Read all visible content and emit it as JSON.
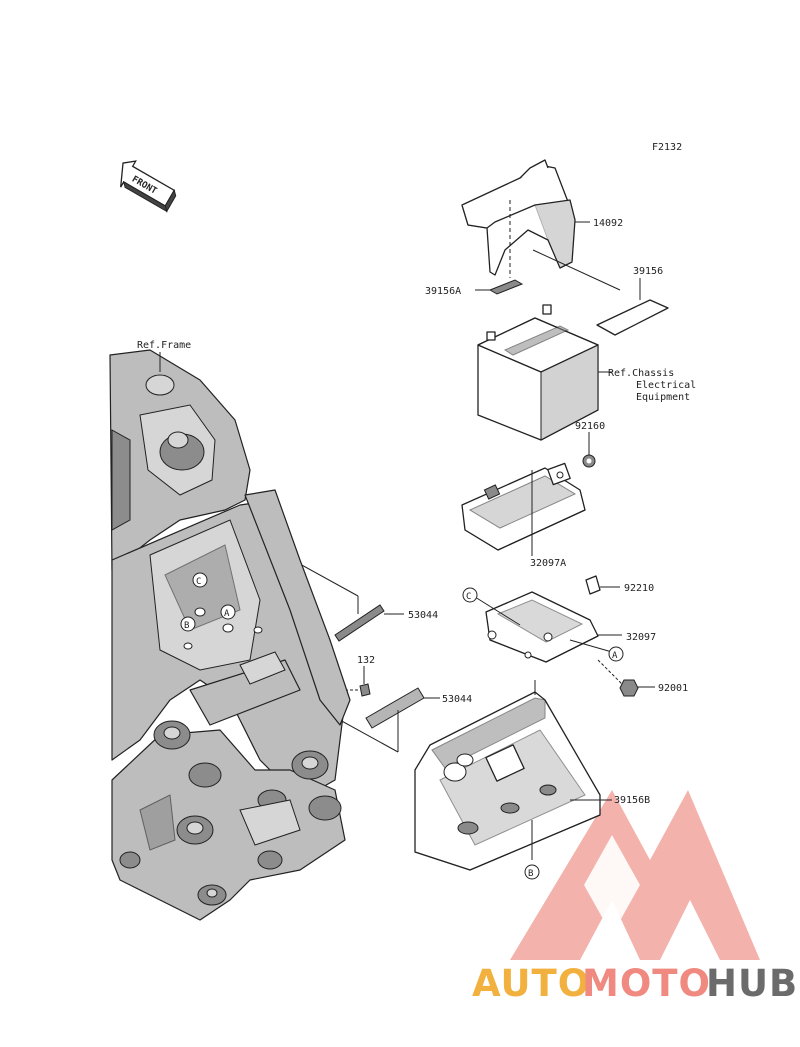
{
  "figure_code": "F2132",
  "front_arrow_label": "FRONT",
  "reference_labels": {
    "frame": "Ref.Frame",
    "chassis_line1": "Ref.Chassis",
    "chassis_line2": "Electrical",
    "chassis_line3": "Equipment"
  },
  "part_numbers": {
    "p14092": "14092",
    "p39156": "39156",
    "p39156A": "39156A",
    "p92160": "92160",
    "p32097A": "32097A",
    "p92210": "92210",
    "p32097": "32097",
    "p92001": "92001",
    "p53044_upper": "53044",
    "p53044_lower": "53044",
    "p132": "132",
    "p39156B": "39156B"
  },
  "reference_markers": {
    "a": "A",
    "b": "B",
    "c": "C"
  },
  "watermark": {
    "part1": "AUTO",
    "part2": "MOTO",
    "part3": "HUB",
    "color1": "#f2b13f",
    "color2": "#f08a80",
    "color3": "#6b6b6b"
  }
}
